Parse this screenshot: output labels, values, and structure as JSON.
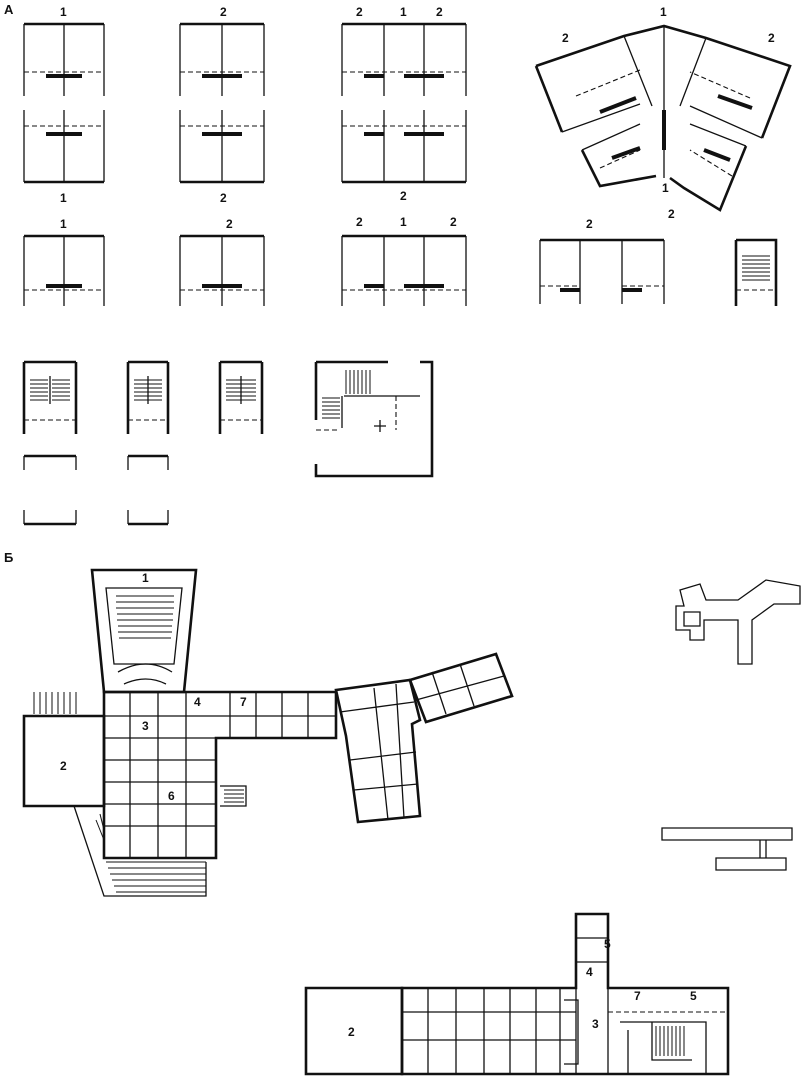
{
  "sections": {
    "a": "А",
    "b": "Б"
  },
  "labels_a": {
    "r1c1_top": "1",
    "r1c2_top": "2",
    "r1c3_top_l": "2",
    "r1c3_top_m": "1",
    "r1c3_top_r": "2",
    "star_top": "1",
    "star_left": "2",
    "star_right": "2",
    "star_inner": "1",
    "star_bottom": "2",
    "r2c1_bot": "1",
    "r2c2_bot": "2",
    "r2c3_bot": "2",
    "r3c1_top": "1",
    "r3c2_top": "2",
    "r3c3_top_l": "2",
    "r3c3_top_m": "1",
    "r3c3_top_r": "2",
    "r3c4_top": "2"
  },
  "labels_b": {
    "p1_1": "1",
    "p1_2": "2",
    "p1_3": "3",
    "p1_4": "4",
    "p1_6": "6",
    "p1_7": "7",
    "p2_2": "2",
    "p2_3": "3",
    "p2_4": "4",
    "p2_5a": "5",
    "p2_5b": "5",
    "p2_7": "7"
  },
  "colors": {
    "ink": "#111111",
    "paper": "#ffffff"
  }
}
